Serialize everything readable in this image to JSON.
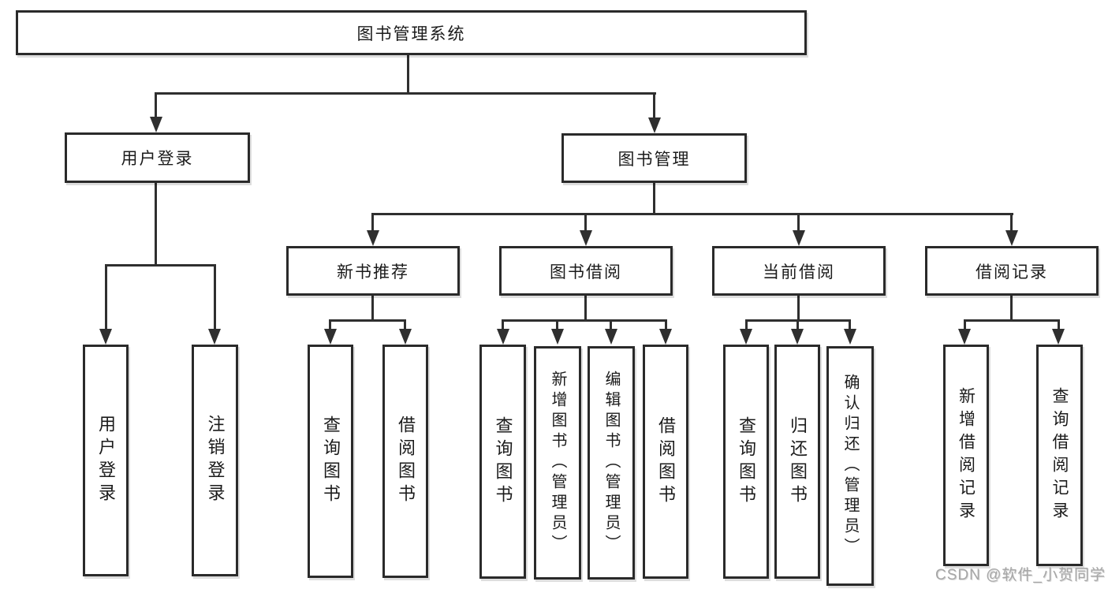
{
  "tree": {
    "label": "图书管理系统",
    "children": [
      {
        "label": "用户登录",
        "children": [
          {
            "label": "用户登录"
          },
          {
            "label": "注销登录"
          }
        ]
      },
      {
        "label": "图书管理",
        "children": [
          {
            "label": "新书推荐",
            "children": [
              {
                "label": "查询图书"
              },
              {
                "label": "借阅图书"
              }
            ]
          },
          {
            "label": "图书借阅",
            "children": [
              {
                "label": "查询图书"
              },
              {
                "label": "新增图书（管理员）"
              },
              {
                "label": "编辑图书（管理员）"
              },
              {
                "label": "借阅图书"
              }
            ]
          },
          {
            "label": "当前借阅",
            "children": [
              {
                "label": "查询图书"
              },
              {
                "label": "归还图书"
              },
              {
                "label": "确认归还（管理员）"
              }
            ]
          },
          {
            "label": "借阅记录",
            "children": [
              {
                "label": "新增借阅记录"
              },
              {
                "label": "查询借阅记录"
              }
            ]
          }
        ]
      }
    ]
  },
  "watermark": {
    "text": "CSDN @软件_小贺同学"
  },
  "colors": {
    "line": "#2f2f2f",
    "text": "#1b1b1b",
    "background": "#ffffff",
    "watermark": "#a6a6a6"
  }
}
